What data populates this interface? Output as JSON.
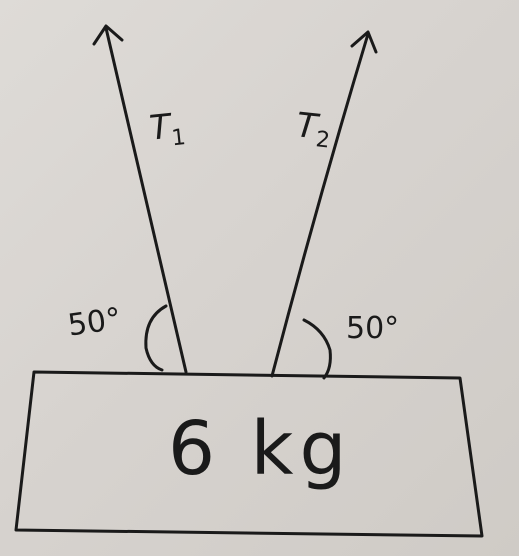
{
  "diagram": {
    "block_label": "6 kg",
    "tension_left": {
      "symbol": "T",
      "subscript": "1"
    },
    "tension_right": {
      "symbol": "T",
      "subscript": "2"
    },
    "angle_left": "50°",
    "angle_right": "50°"
  }
}
